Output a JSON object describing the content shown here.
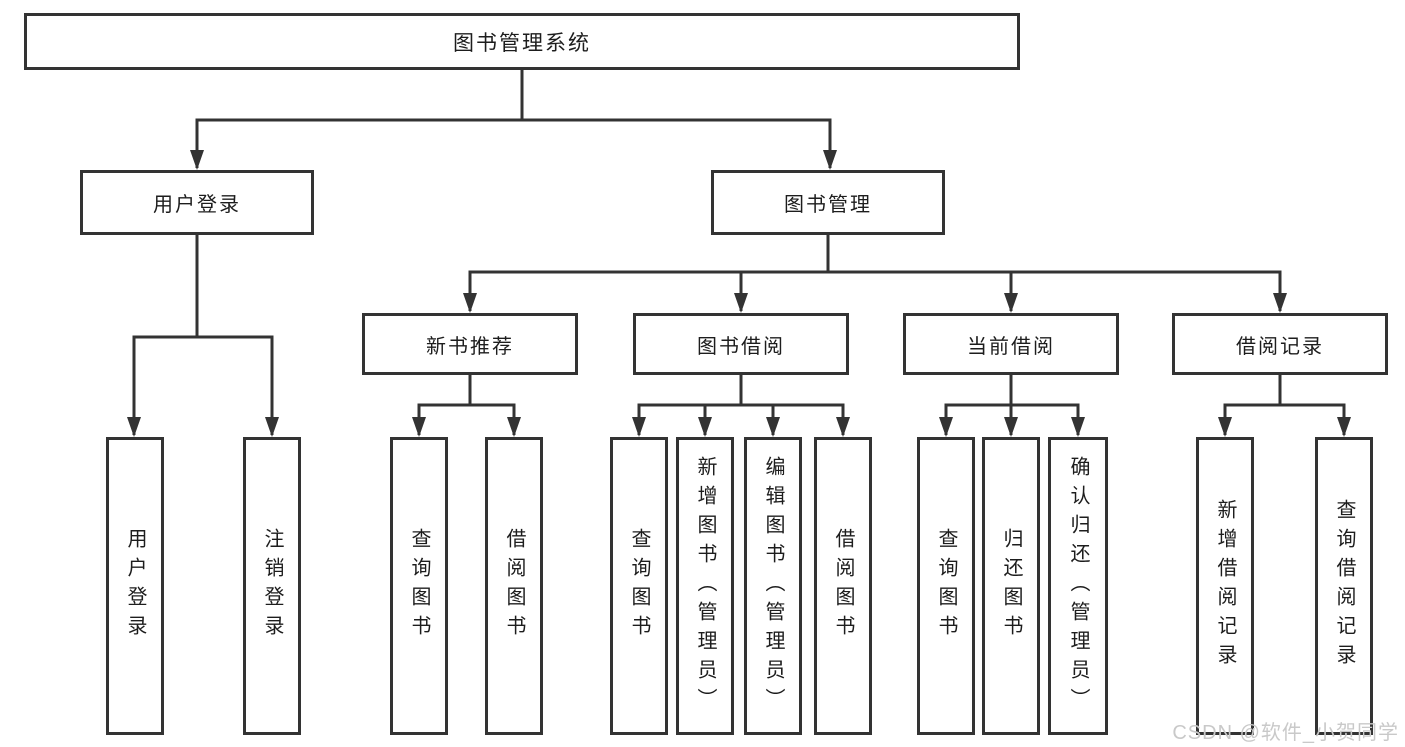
{
  "diagram": {
    "title": "图书管理系统",
    "branches": [
      {
        "label": "用户登录",
        "children": [
          {
            "label": "用户登录"
          },
          {
            "label": "注销登录"
          }
        ]
      },
      {
        "label": "图书管理",
        "groups": [
          {
            "label": "新书推荐",
            "children": [
              {
                "label": "查询图书"
              },
              {
                "label": "借阅图书"
              }
            ]
          },
          {
            "label": "图书借阅",
            "children": [
              {
                "label": "查询图书"
              },
              {
                "label": "新增图书（管理员）"
              },
              {
                "label": "编辑图书（管理员）"
              },
              {
                "label": "借阅图书"
              }
            ]
          },
          {
            "label": "当前借阅",
            "children": [
              {
                "label": "查询图书"
              },
              {
                "label": "归还图书"
              },
              {
                "label": "确认归还（管理员）"
              }
            ]
          },
          {
            "label": "借阅记录",
            "children": [
              {
                "label": "新增借阅记录"
              },
              {
                "label": "查询借阅记录"
              }
            ]
          }
        ]
      }
    ]
  },
  "watermark": {
    "text": "CSDN @软件_小贺同学",
    "color": "#c9c9c9"
  },
  "colors": {
    "line": "#333333",
    "box_border": "#333333",
    "text": "#1d1d1d",
    "background": "#ffffff"
  }
}
